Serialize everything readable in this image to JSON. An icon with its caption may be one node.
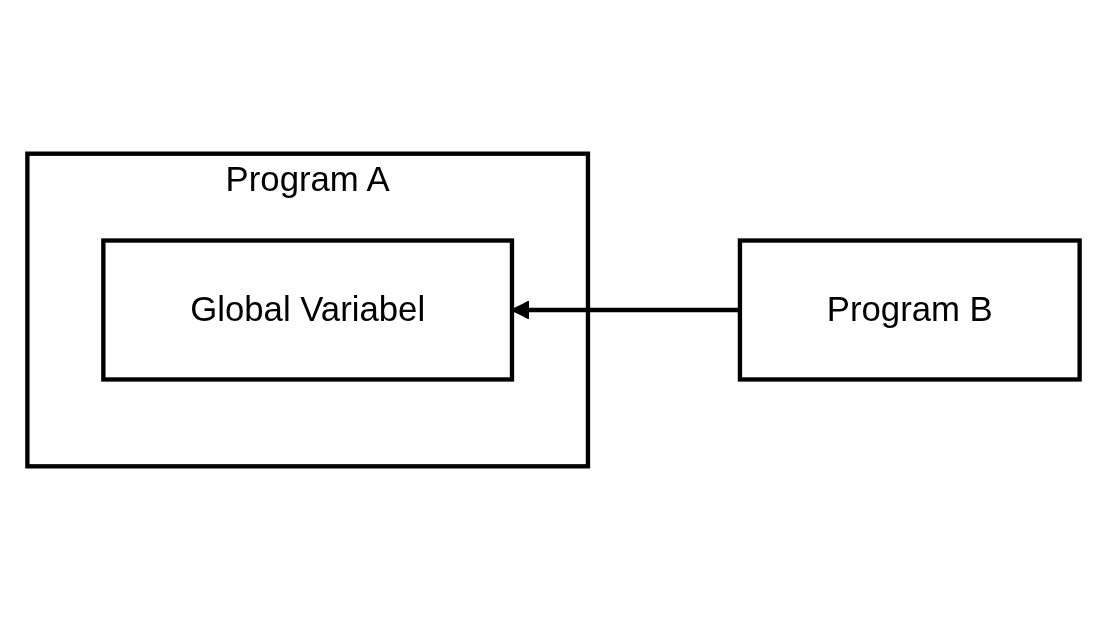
{
  "diagram": {
    "nodes": [
      {
        "text": [
          "Program A"
        ]
      },
      {
        "text": [
          "Global Variabel"
        ],
        "in": 0
      },
      {
        "text": [
          "Program B"
        ]
      }
    ],
    "edges": [
      {
        "from": 2,
        "to": 1,
        "arrow": "to"
      }
    ]
  }
}
